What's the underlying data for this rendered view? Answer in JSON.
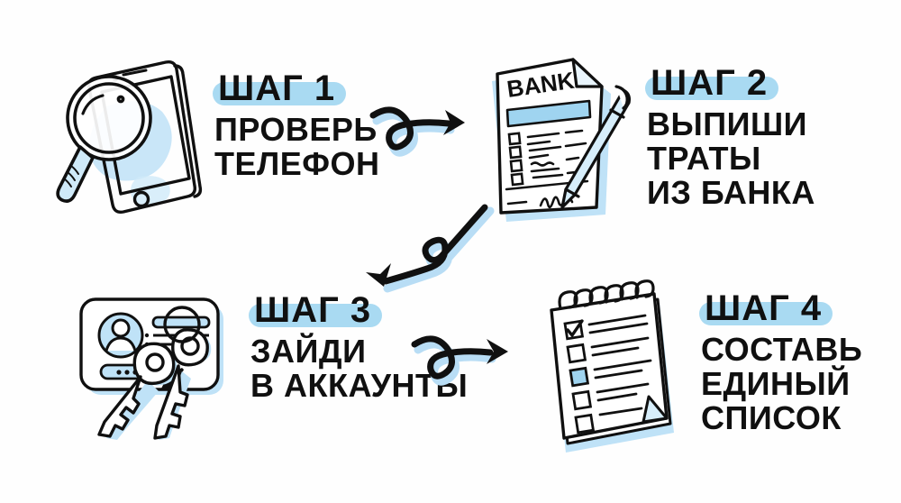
{
  "page": {
    "title": "ШАГ 1 ПРОВЕРЬ ТЕЛЕФОН",
    "background_color": "#fefefe",
    "ink_color": "#101010",
    "accent_color": "#a9daf2",
    "shadow_color": "#b8ddf5"
  },
  "steps": [
    {
      "id": "step-1",
      "number": "1",
      "title": "ШАГ 1",
      "body_lines": [
        "ПРОВЕРЬ",
        "ТЕЛЕФОН"
      ],
      "icon_name": "phone-magnifier-icon",
      "icon_label": "смартфон с лупой"
    },
    {
      "id": "step-2",
      "number": "2",
      "title": "ШАГ 2",
      "body_lines": [
        "ВЫПИШИ",
        "ТРАТЫ",
        "ИЗ БАНКА"
      ],
      "icon_name": "bank-statement-pen-icon",
      "icon_label": "банковская выписка с ручкой",
      "icon_text": "BANK"
    },
    {
      "id": "step-3",
      "number": "3",
      "title": "ШАГ 3",
      "body_lines": [
        "ЗАЙДИ",
        "В АККАУНТЫ"
      ],
      "icon_name": "account-card-keys-icon",
      "icon_label": "карточка аккаунта с ключами"
    },
    {
      "id": "step-4",
      "number": "4",
      "title": "ШАГ 4",
      "body_lines": [
        "СОСТАВЬ",
        "ЕДИНЫЙ",
        "СПИСОК"
      ],
      "icon_name": "checklist-notepad-icon",
      "icon_label": "блокнот со списком"
    }
  ],
  "arrows": [
    {
      "id": "arrow-1",
      "name": "squiggly-arrow-right",
      "direction": "right",
      "from": "step-1",
      "to": "step-2"
    },
    {
      "id": "arrow-2",
      "name": "squiggly-arrow-down-left",
      "direction": "down-left",
      "from": "step-2",
      "to": "step-3"
    },
    {
      "id": "arrow-3",
      "name": "squiggly-arrow-right",
      "direction": "right",
      "from": "step-3",
      "to": "step-4"
    }
  ]
}
